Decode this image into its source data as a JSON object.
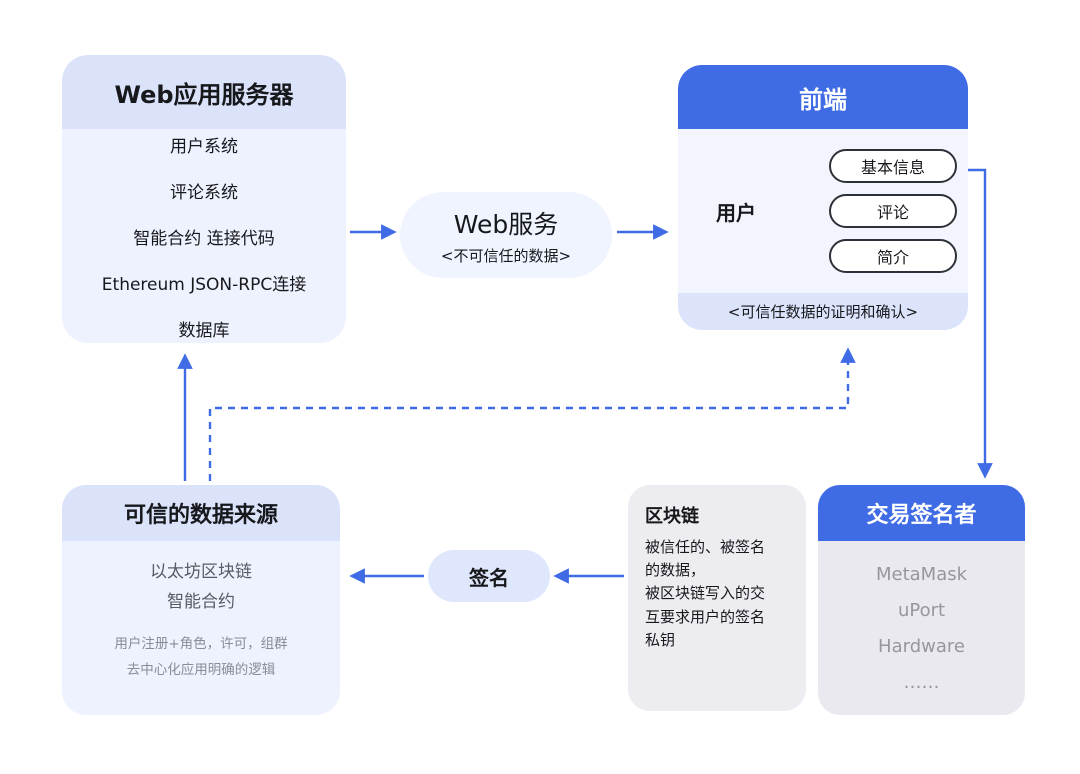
{
  "web_app_server": {
    "title": "Web应用服务器",
    "items": [
      "用户系统",
      "评论系统",
      "智能合约 连接代码",
      "Ethereum JSON-RPC连接",
      "数据库"
    ]
  },
  "web_service": {
    "title": "Web服务",
    "subtitle": "<不可信任的数据>"
  },
  "frontend": {
    "title": "前端",
    "user_label": "用户",
    "pills": [
      "基本信息",
      "评论",
      "简介"
    ],
    "footer": "<可信任数据的证明和确认>"
  },
  "transaction_signer": {
    "title": "交易签名者",
    "items": [
      "MetaMask",
      "uPort",
      "Hardware",
      "……"
    ]
  },
  "blockchain": {
    "title": "区块链",
    "lines": [
      "被信任的、被签名",
      "的数据，",
      "被区块链写入的交",
      "互要求用户的签名",
      "私钥"
    ]
  },
  "sign": {
    "label": "签名"
  },
  "trusted_source": {
    "title": "可信的数据来源",
    "items": [
      "以太坊区块链",
      "智能合约"
    ],
    "notes": [
      "用户注册+角色，许可，组群",
      "去中心化应用明确的逻辑"
    ]
  },
  "colors": {
    "accent_blue": "#3f6be4",
    "header_lavender": "#dbe3fb",
    "body_tint": "#eef2fe",
    "gray_panel": "#ececf1",
    "muted_text": "#96969e"
  }
}
